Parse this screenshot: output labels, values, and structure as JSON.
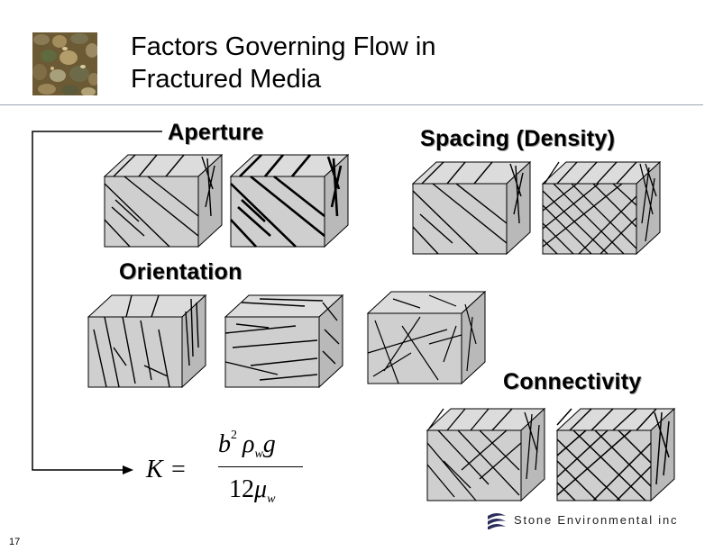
{
  "slide": {
    "title_line1": "Factors Governing Flow in",
    "title_line2": "Fractured Media",
    "number": "17"
  },
  "labels": {
    "aperture": "Aperture",
    "spacing": "Spacing (Density)",
    "orientation": "Orientation",
    "connectivity": "Connectivity"
  },
  "formula": {
    "lhs": "K",
    "equals": "=",
    "num_b": "b",
    "num_exp": "2",
    "num_rho": "ρ",
    "num_rho_sub": "w",
    "num_g": "g",
    "den_12": "12",
    "den_mu": "μ",
    "den_mu_sub": "w"
  },
  "logo": {
    "text": "Stone Environmental inc"
  },
  "colors": {
    "cube_face": "#cfcfcf",
    "cube_edge": "#000000",
    "rule": "#9aa3b4"
  },
  "icons": {
    "thumbnail": "pebbles-photo",
    "logo_mark": "stone-swirl-icon"
  }
}
